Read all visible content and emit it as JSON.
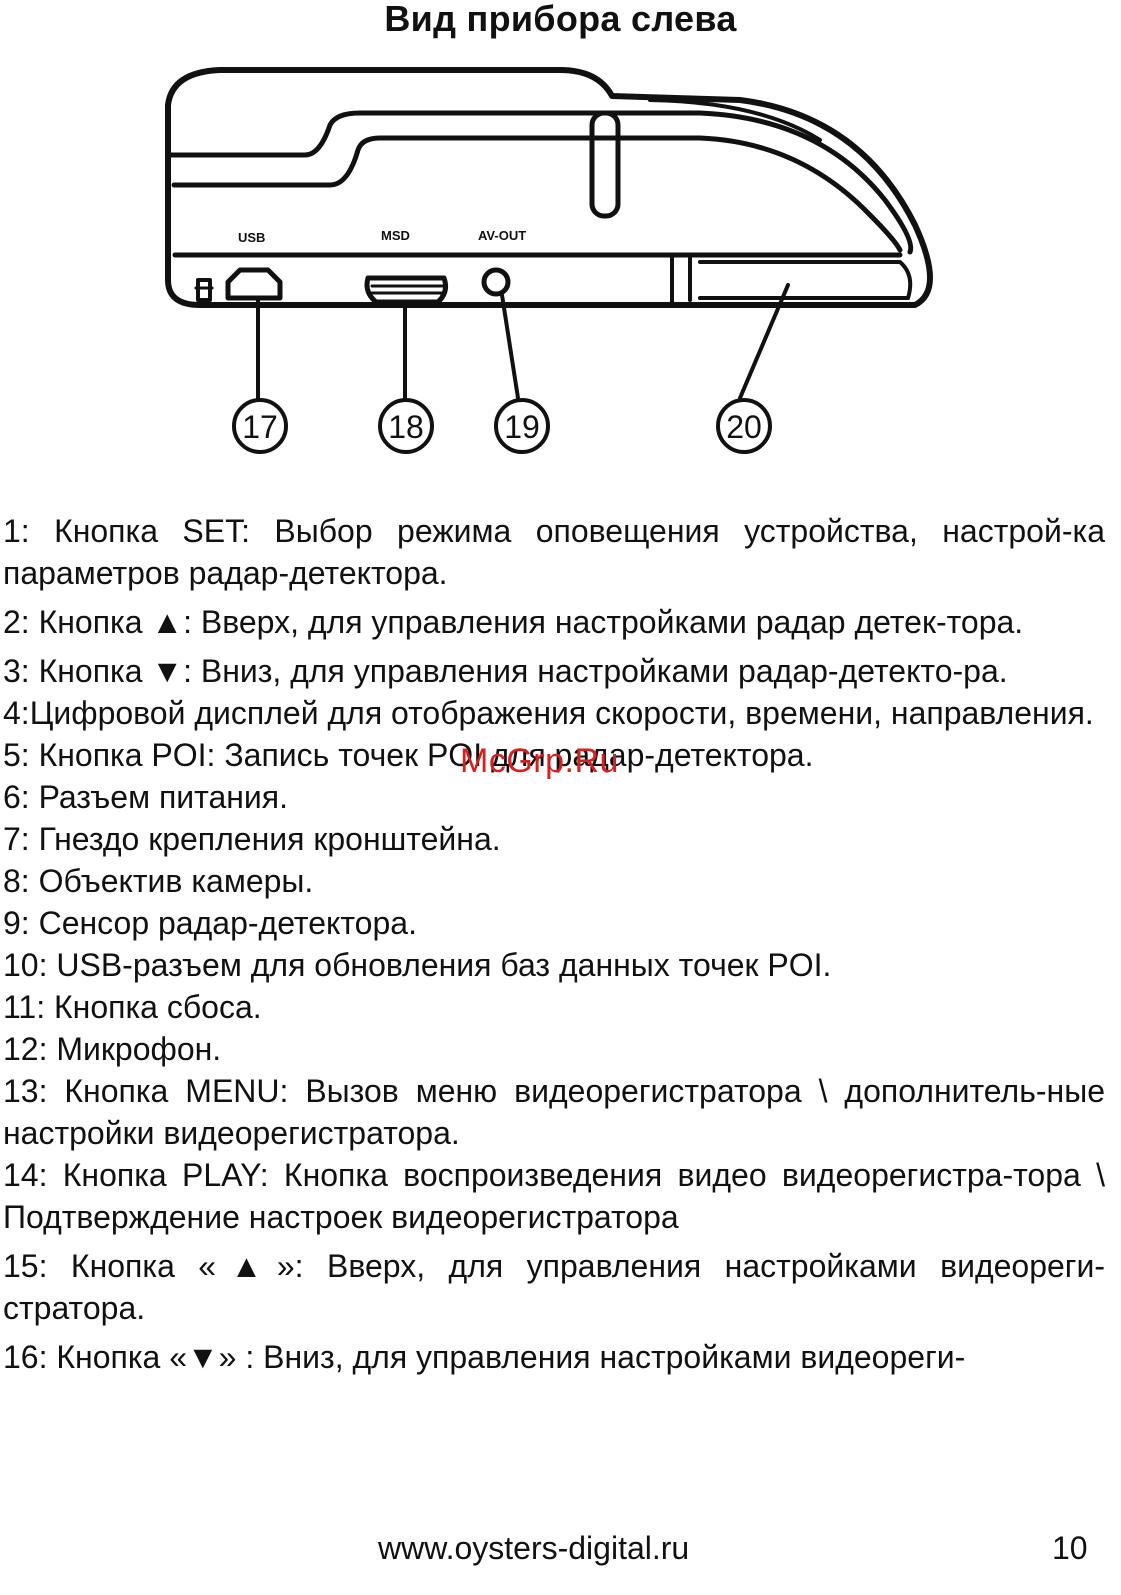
{
  "title": "Вид прибора слева",
  "diagram": {
    "port_labels": [
      "USB",
      "MSD",
      "AV-OUT"
    ],
    "callouts": [
      "17",
      "18",
      "19",
      "20"
    ]
  },
  "items": [
    "1: Кнопка SET: Выбор режима оповещения устройства, настрой-ка параметров радар-детектора.",
    "2: Кнопка ▲: Вверх, для управления настройками радар детек-тора.",
    "3: Кнопка ▼: Вниз, для управления настройками радар-детекто-ра.",
    "4:Цифровой дисплей для отображения скорости, времени, направления.",
    "5: Кнопка POI: Запись точек POI для радар-детектора.",
    "6: Разъем питания.",
    "7: Гнездо крепления кронштейна.",
    "8: Объектив камеры.",
    "9: Сенсор радар-детектора.",
    "10: USB-разъем для обновления баз данных точек POI.",
    "11: Кнопка сбоса.",
    "12: Микрофон.",
    "13: Кнопка MENU: Вызов меню видеорегистратора \\ дополнитель-ные настройки видеорегистратора.",
    "14: Кнопка PLAY: Кнопка воспроизведения видео видеорегистра-тора \\ Подтверждение настроек видеорегистратора",
    "15: Кнопка «▲»: Вверх, для управления настройками видеореги-стратора.",
    "16: Кнопка «▼» : Вниз, для управления настройками видеореги-"
  ],
  "watermark": "McGrp.Ru",
  "footer": {
    "url": "www.oysters-digital.ru",
    "page": "10"
  }
}
